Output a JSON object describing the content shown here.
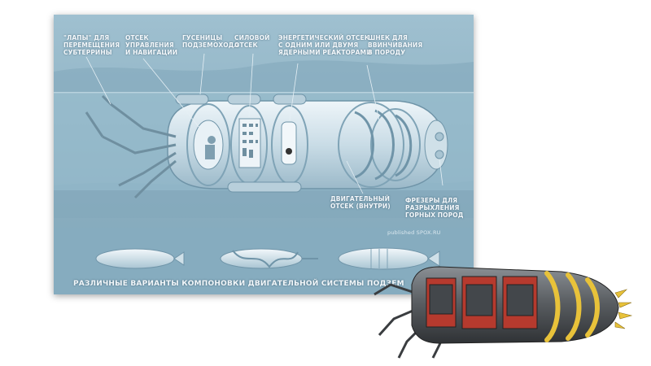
{
  "labels": {
    "legs": "\"ЛАПЫ\" ДЛЯ\nПЕРЕМЕЩЕНИЯ\nСУБТЕРРИНЫ",
    "control": "ОТСЕК\nУПРАВЛЕНИЯ\nИ НАВИГАЦИИ",
    "tracks": "ГУСЕНИЦЫ\nПОДЗЕМОХОДА",
    "power": "СИЛОВОЙ\nОТСЕК",
    "energy": "ЭНЕРГЕТИЧЕСКИЙ ОТСЕК\nС ОДНИМ ИЛИ ДВУМЯ\nЯДЕРНЫМИ РЕАКТОРАМИ",
    "auger": "ШНЕК ДЛЯ\nВВИНЧИВАНИЯ\nВ ПОРОДУ",
    "engine": "ДВИГАТЕЛЬНЫЙ\nОТСЕК (ВНУТРИ)",
    "cutters": "ФРЕЗЕРЫ ДЛЯ\nРАЗРЫХЛЕНИЯ\nГОРНЫХ ПОРОД"
  },
  "watermark": "published SPOX.RU",
  "caption": "РАЗЛИЧНЫЕ ВАРИАНТЫ КОМПОНОВКИ ДВИГАТЕЛЬНОЙ СИСТЕМЫ ПОДЗЕМ",
  "colors": {
    "poster_bg": "#8fb3c5",
    "hull": "#d7e6ee",
    "model_body": "#5b5f63",
    "model_band": "#e8c23a",
    "model_red": "#c23a2c"
  }
}
